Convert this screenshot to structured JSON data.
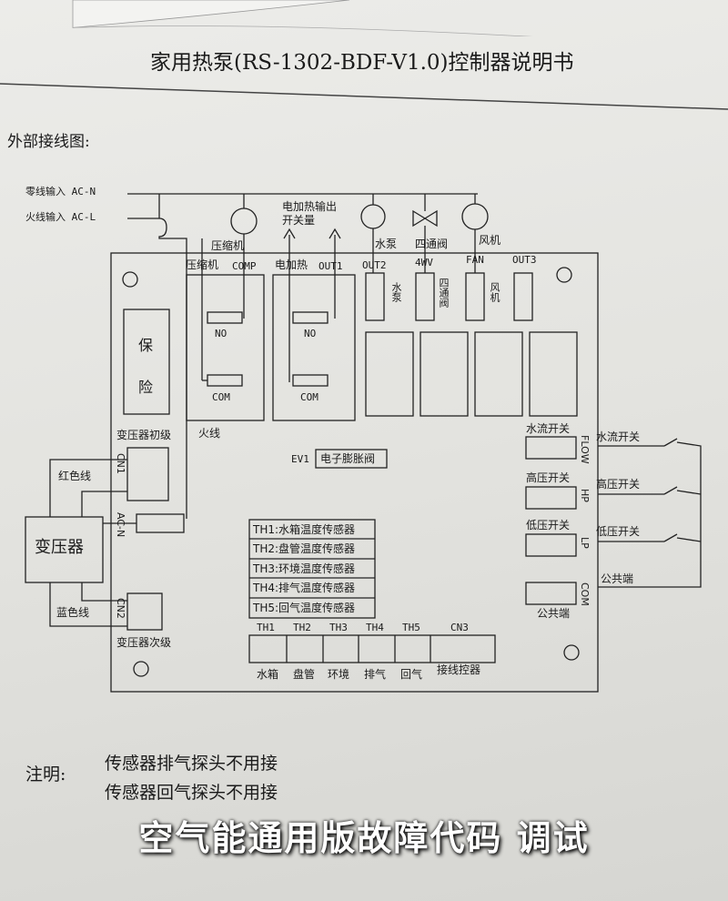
{
  "title": "家用热泵(RS-1302-BDF-V1.0)控制器说明书",
  "section": "外部接线图:",
  "inputs": {
    "neutral": "零线输入 AC-N",
    "live": "火线输入 AC-L"
  },
  "top_loads": {
    "compressor": "压缩机",
    "heater": "电加热输出开关量",
    "pump": "水泵",
    "valve4": "四通阀",
    "fan": "风机"
  },
  "relays": [
    {
      "top": "压缩机",
      "code": "COMP",
      "no": "NO",
      "com": "COM"
    },
    {
      "top": "电加热",
      "code": "OUT1",
      "no": "NO",
      "com": "COM"
    }
  ],
  "outputs": [
    {
      "code": "OUT2",
      "label": "水泵"
    },
    {
      "code": "4WV",
      "label": "四通阀"
    },
    {
      "code": "FAN",
      "label": "风机"
    },
    {
      "code": "OUT3",
      "label": ""
    }
  ],
  "fuse": {
    "l1": "保",
    "l2": "险"
  },
  "live_wire": "火线",
  "transformer": {
    "primary": "变压器初级",
    "secondary": "变压器次级",
    "name": "变压器",
    "red": "红色线",
    "blue": "蓝色线",
    "cn1": "CN1",
    "cn2": "CN2",
    "acn": "AC-N"
  },
  "ev": {
    "code": "EV1",
    "label": "电子膨胀阀"
  },
  "sensors": [
    "TH1:水箱温度传感器",
    "TH2:盘管温度传感器",
    "TH3:环境温度传感器",
    "TH4:排气温度传感器",
    "TH5:回气温度传感器"
  ],
  "terminals": [
    {
      "code": "TH1",
      "label": "水箱"
    },
    {
      "code": "TH2",
      "label": "盘管"
    },
    {
      "code": "TH3",
      "label": "环境"
    },
    {
      "code": "TH4",
      "label": "排气"
    },
    {
      "code": "TH5",
      "label": "回气"
    },
    {
      "code": "CN3",
      "label": "接线控器"
    }
  ],
  "switches": [
    {
      "code": "FLOW",
      "inner": "水流开关",
      "outer": "水流开关"
    },
    {
      "code": "HP",
      "inner": "高压开关",
      "outer": "高压开关"
    },
    {
      "code": "LP",
      "inner": "低压开关",
      "outer": "低压开关"
    },
    {
      "code": "COM",
      "inner": "公共端",
      "outer": "公共端"
    }
  ],
  "note": {
    "prefix": "注明:",
    "line1": "传感器排气探头不用接",
    "line2": "传感器回气探头不用接"
  },
  "banner": "空气能通用版故障代码 调试"
}
